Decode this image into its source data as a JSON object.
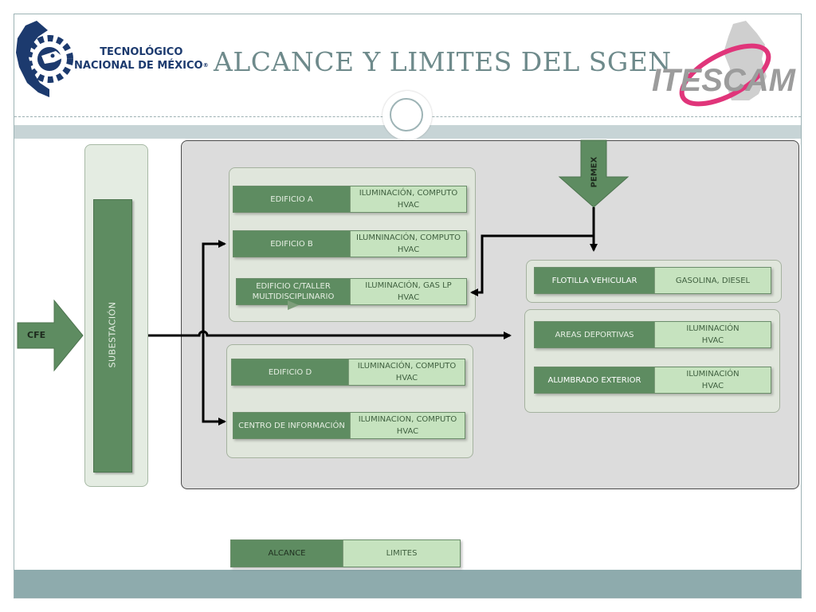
{
  "header": {
    "title": "ALCANCE Y LIMITES DEL SGEN",
    "logo_left": {
      "line1": "TECNOLÓGICO",
      "line2": "NACIONAL DE MÉXICO",
      "registered": "®"
    },
    "logo_right": {
      "text": "ITESCAM"
    }
  },
  "diagram": {
    "cfe": "CFE",
    "pemex": "PEMEX",
    "subestacion": "SUBESTACIÓN",
    "group_top": [
      {
        "alcance": "EDIFICIO A",
        "limites": "ILUMINACIÓN, COMPUTO\nHVAC"
      },
      {
        "alcance": "EDIFICIO B",
        "limites": "ILUMNINACIÓN, COMPUTO\nHVAC"
      },
      {
        "alcance": "EDIFICIO C/TALLER\nMULTIDISCIPLINARIO",
        "limites": "ILUMINACIÓN, GAS LP\nHVAC"
      }
    ],
    "group_bottom": [
      {
        "alcance": "EDIFICIO D",
        "limites": "ILUMINACIÓN, COMPUTO\nHVAC"
      },
      {
        "alcance": "CENTRO DE INFORMACIÓN",
        "limites": "ILUMINACION, COMPUTO\nHVAC"
      }
    ],
    "group_flotilla": [
      {
        "alcance": "FLOTILLA VEHICULAR",
        "limites": "GASOLINA, DIESEL"
      }
    ],
    "group_right": [
      {
        "alcance": "AREAS DEPORTIVAS",
        "limites": "ILUMINACIÓN\nHVAC"
      },
      {
        "alcance": "ALUMBRADO EXTERIOR",
        "limites": "ILUMINACIÓN\nHVAC"
      }
    ]
  },
  "legend": {
    "alcance": "ALCANCE",
    "limites": "LIMITES"
  },
  "colors": {
    "alcance": "#5e8c61",
    "limites": "#c6e3bf",
    "panel": "#dcdcdc",
    "title": "#6e8a8b",
    "tnm_blue": "#1c3a6e",
    "itescam_pink": "#e0357a",
    "itescam_gray": "#9c9c9c"
  }
}
